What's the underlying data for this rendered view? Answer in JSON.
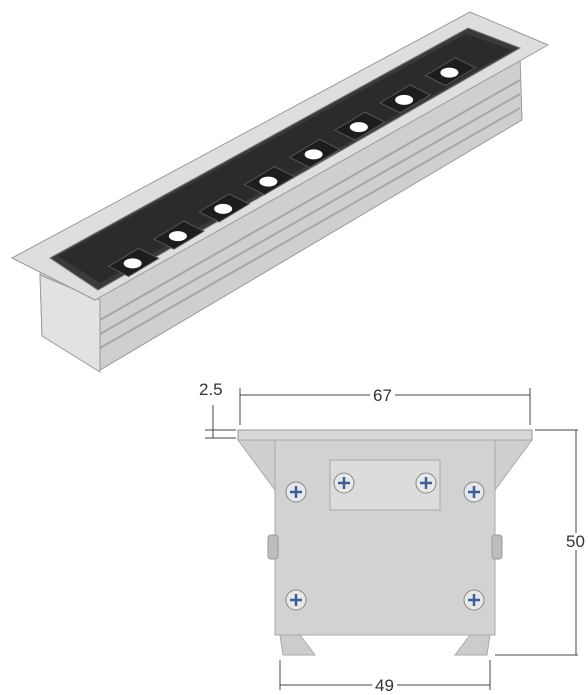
{
  "dimensions": {
    "top_width": "67",
    "flange": "2.5",
    "height": "50",
    "bottom_width": "49"
  },
  "colors": {
    "aluminum": "#d6d6d6",
    "aluminum_dark": "#b8b8b8",
    "lens_black": "#2a2a2a",
    "line": "#444444"
  },
  "product": {
    "led_count": 8
  }
}
